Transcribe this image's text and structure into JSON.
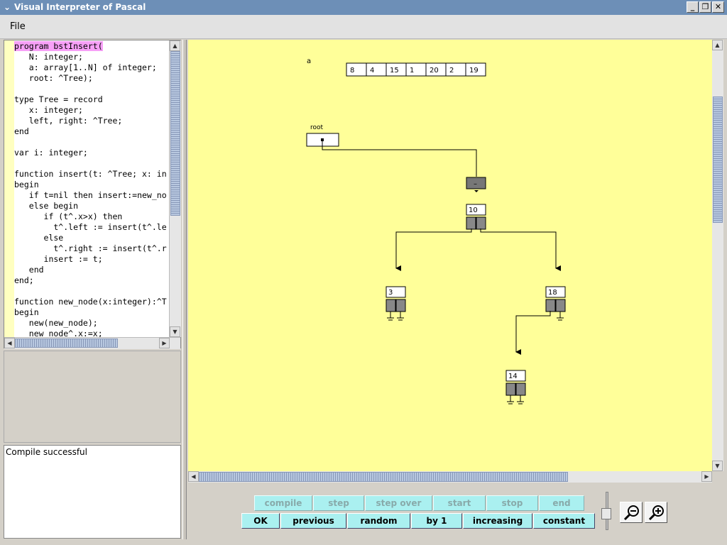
{
  "window": {
    "title": "Visual Interpreter of Pascal",
    "controls": [
      "_",
      "❐",
      "✕"
    ]
  },
  "menu": {
    "file": "File"
  },
  "code": {
    "lines": [
      "program bstInsert(",
      "   N: integer;",
      "   a: array[1..N] of integer;",
      "   root: ^Tree);",
      "",
      "type Tree = record",
      "   x: integer;",
      "   left, right: ^Tree;",
      "end",
      "",
      "var i: integer;",
      "",
      "function insert(t: ^Tree; x: in",
      "begin",
      "   if t=nil then insert:=new_no",
      "   else begin",
      "      if (t^.x>x) then",
      "        t^.left := insert(t^.le",
      "      else",
      "        t^.right := insert(t^.r",
      "      insert := t;",
      "   end",
      "end;",
      "",
      "function new_node(x:integer):^T",
      "begin",
      "   new(new_node);",
      "   new_node^.x:=x;"
    ],
    "highlight_line": 0
  },
  "messages": {
    "status": "Compile successful"
  },
  "canvas": {
    "array_label": "a",
    "array_values": [
      "8",
      "4",
      "15",
      "1",
      "20",
      "2",
      "19"
    ],
    "root_label": "root",
    "nodes": [
      {
        "id": "n10",
        "value": "10"
      },
      {
        "id": "n3",
        "value": "3"
      },
      {
        "id": "n18",
        "value": "18"
      },
      {
        "id": "n14",
        "value": "14"
      }
    ],
    "temp_value": "–"
  },
  "toolbar": {
    "row1": [
      "compile",
      "step",
      "step over",
      "start",
      "stop",
      "end"
    ],
    "row2": [
      "OK",
      "previous",
      "random",
      "by 1",
      "increasing",
      "constant"
    ]
  },
  "colors": {
    "titlebar": "#6d8fb7",
    "canvas": "#ffff99",
    "button": "#aaf0f0",
    "highlight": "#f7a0f7"
  }
}
